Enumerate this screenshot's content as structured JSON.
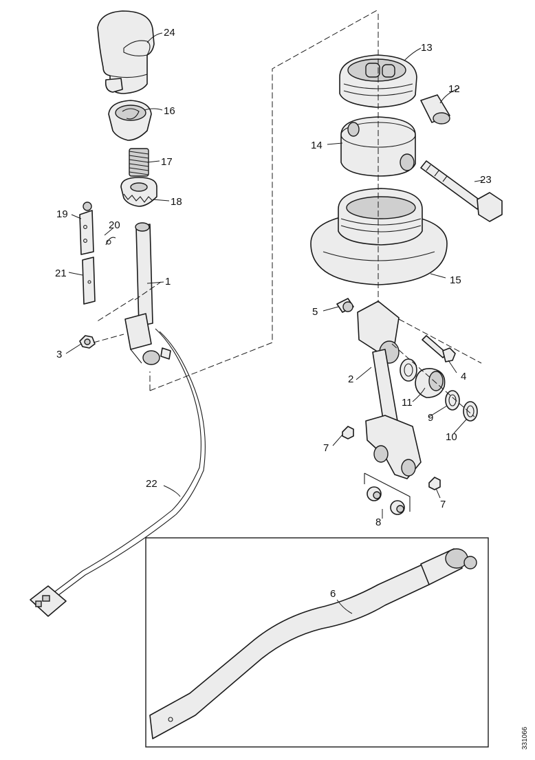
{
  "drawing": {
    "reference_code": "331066",
    "callouts": {
      "c24": "24",
      "c16": "16",
      "c17": "17",
      "c18": "18",
      "c19": "19",
      "c20": "20",
      "c21": "21",
      "c1": "1",
      "c3": "3",
      "c22": "22",
      "c13": "13",
      "c12": "12",
      "c14": "14",
      "c23": "23",
      "c15": "15",
      "c5": "5",
      "c4": "4",
      "c2": "2",
      "c11": "11",
      "c9": "9",
      "c10": "10",
      "c7a": "7",
      "c7b": "7",
      "c8": "8",
      "c6": "6"
    }
  }
}
